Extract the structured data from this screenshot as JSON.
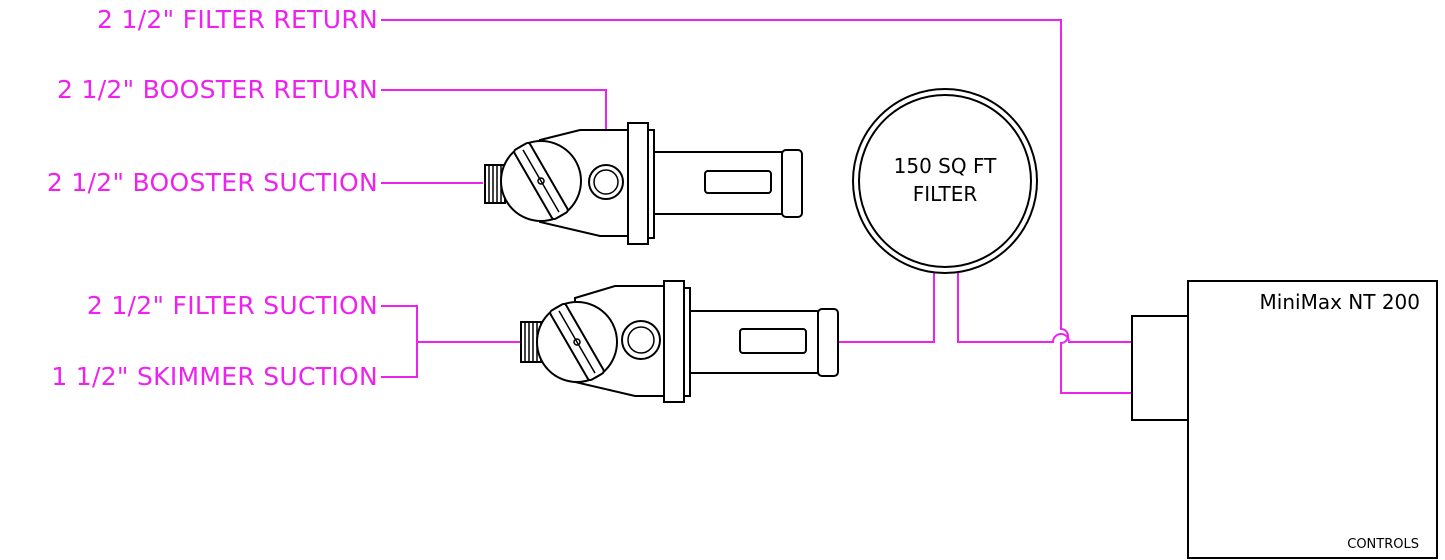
{
  "pipe_labels": {
    "filter_return": "2 1/2\" FILTER RETURN",
    "booster_return": "2 1/2\" BOOSTER RETURN",
    "booster_suction": "2 1/2\" BOOSTER SUCTION",
    "filter_suction": "2 1/2\" FILTER SUCTION",
    "skimmer_suction": "1 1/2\" SKIMMER SUCTION"
  },
  "filter": {
    "line1": "150 SQ FT",
    "line2": "FILTER"
  },
  "heater": {
    "title": "MiniMax NT 200",
    "controls_label": "CONTROLS"
  },
  "colors": {
    "pipe": "#ee22ee",
    "equipment": "#000000"
  }
}
